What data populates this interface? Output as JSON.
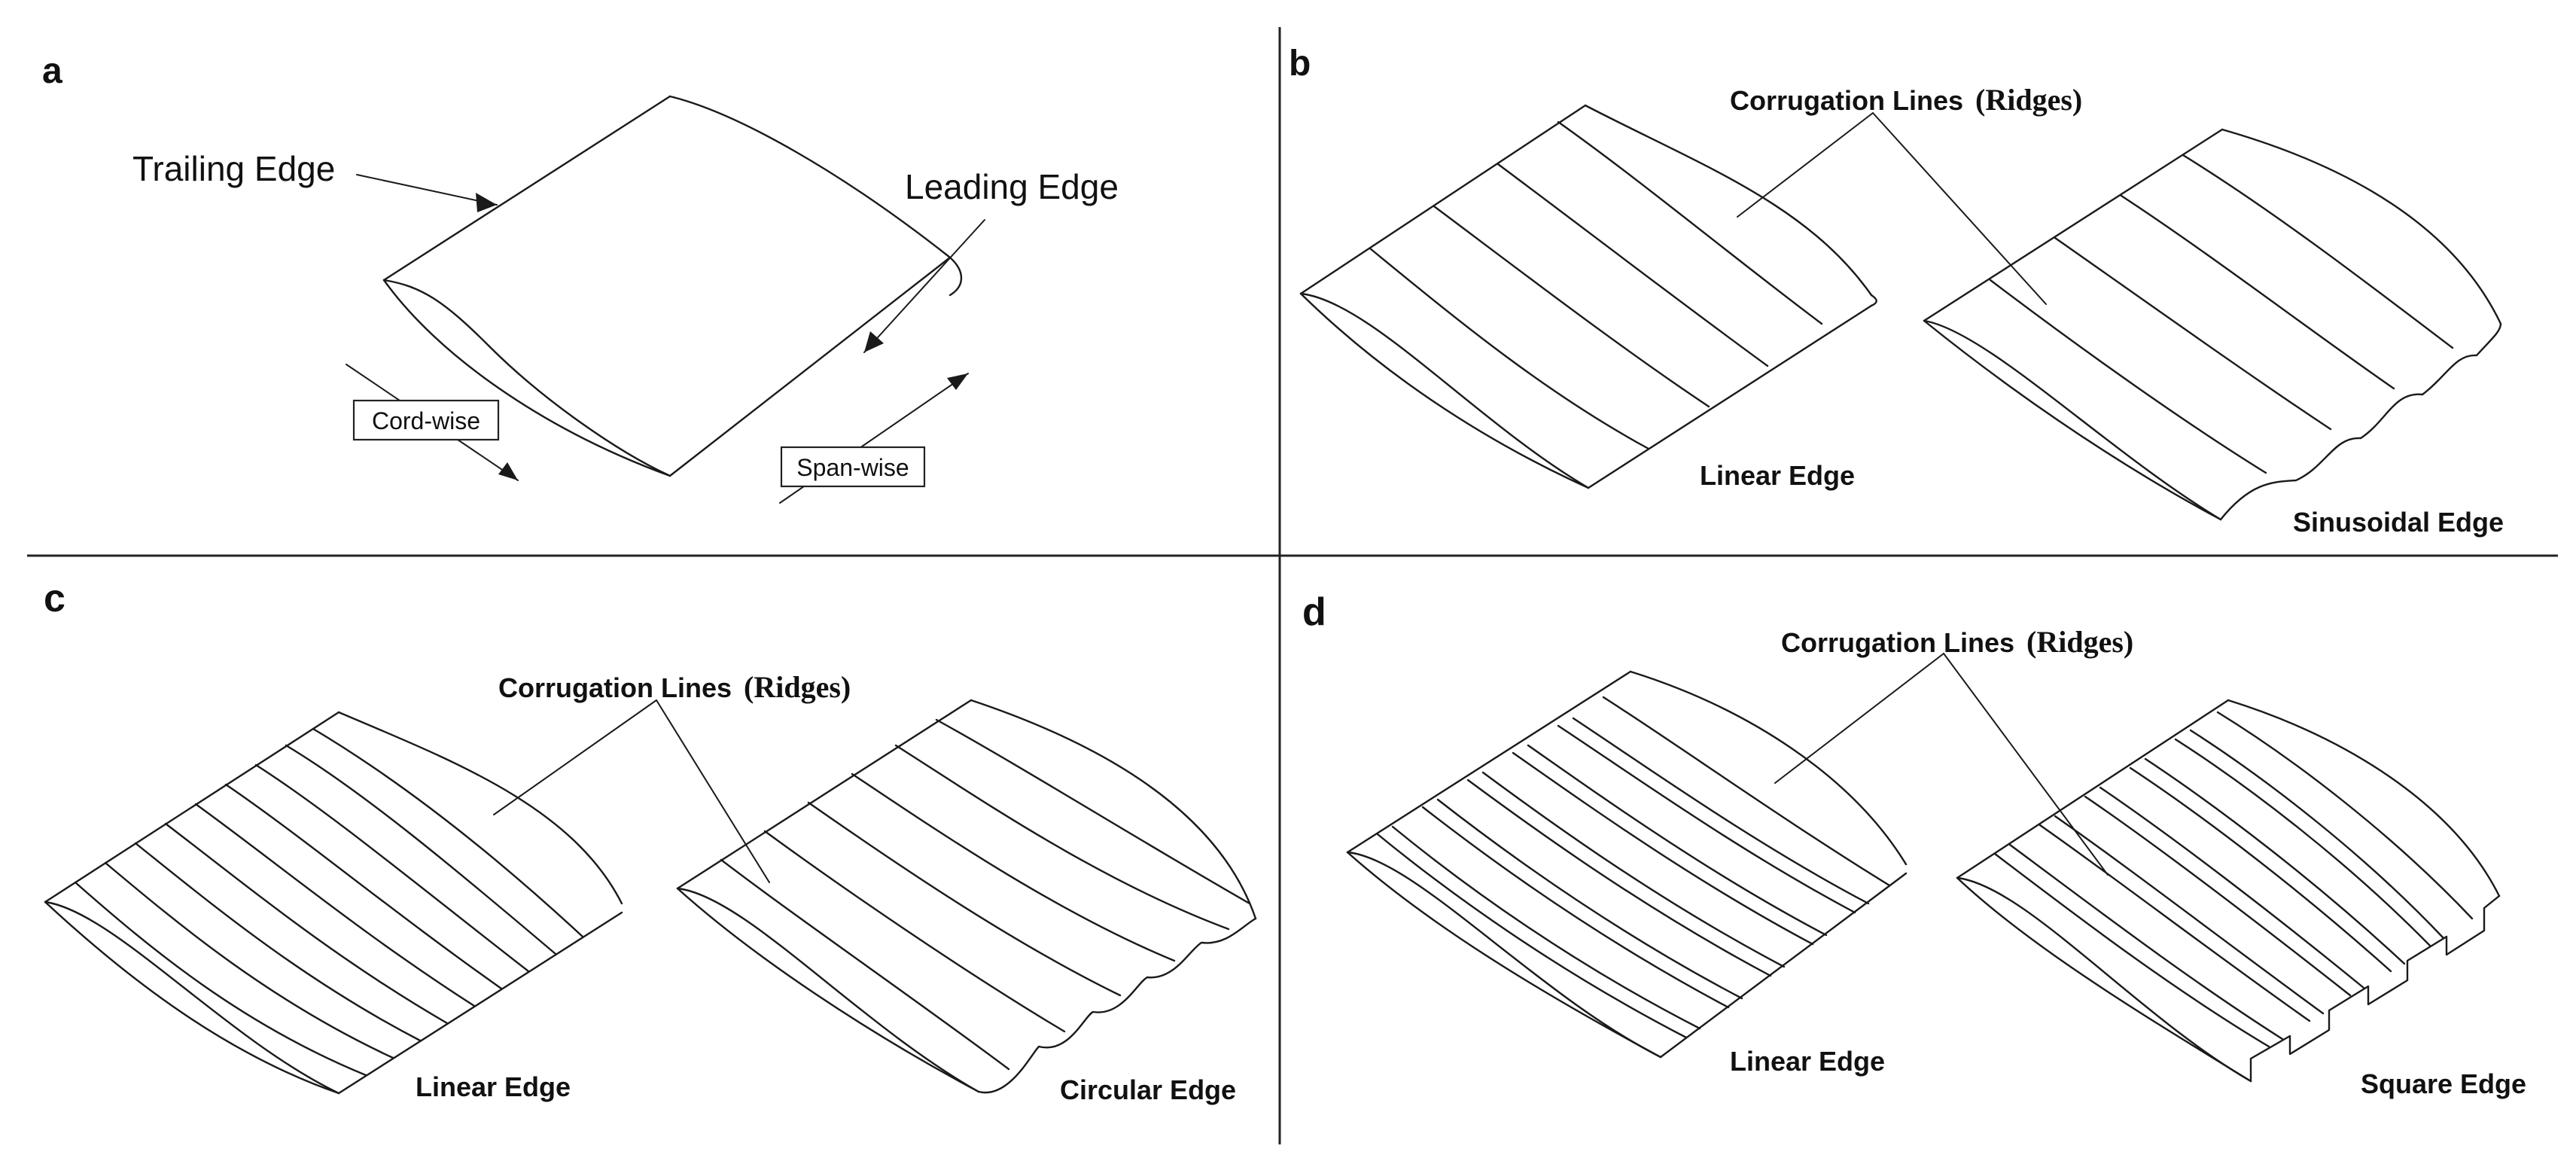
{
  "panels": {
    "a": {
      "letter": "a",
      "trailing_edge": "Trailing Edge",
      "leading_edge": "Leading Edge",
      "cord_wise": "Cord-wise",
      "span_wise": "Span-wise"
    },
    "b": {
      "letter": "b",
      "callout_main": "Corrugation Lines",
      "callout_paren": "(Ridges)",
      "left_edge": "Linear Edge",
      "right_edge": "Sinusoidal Edge"
    },
    "c": {
      "letter": "c",
      "callout_main": "Corrugation Lines",
      "callout_paren": "(Ridges)",
      "left_edge": "Linear Edge",
      "right_edge": "Circular  Edge"
    },
    "d": {
      "letter": "d",
      "callout_main": "Corrugation Lines",
      "callout_paren": "(Ridges)",
      "left_edge": "Linear Edge",
      "right_edge": "Square Edge"
    }
  },
  "colors": {
    "ink": "#1a1a1a",
    "background": "#ffffff"
  }
}
